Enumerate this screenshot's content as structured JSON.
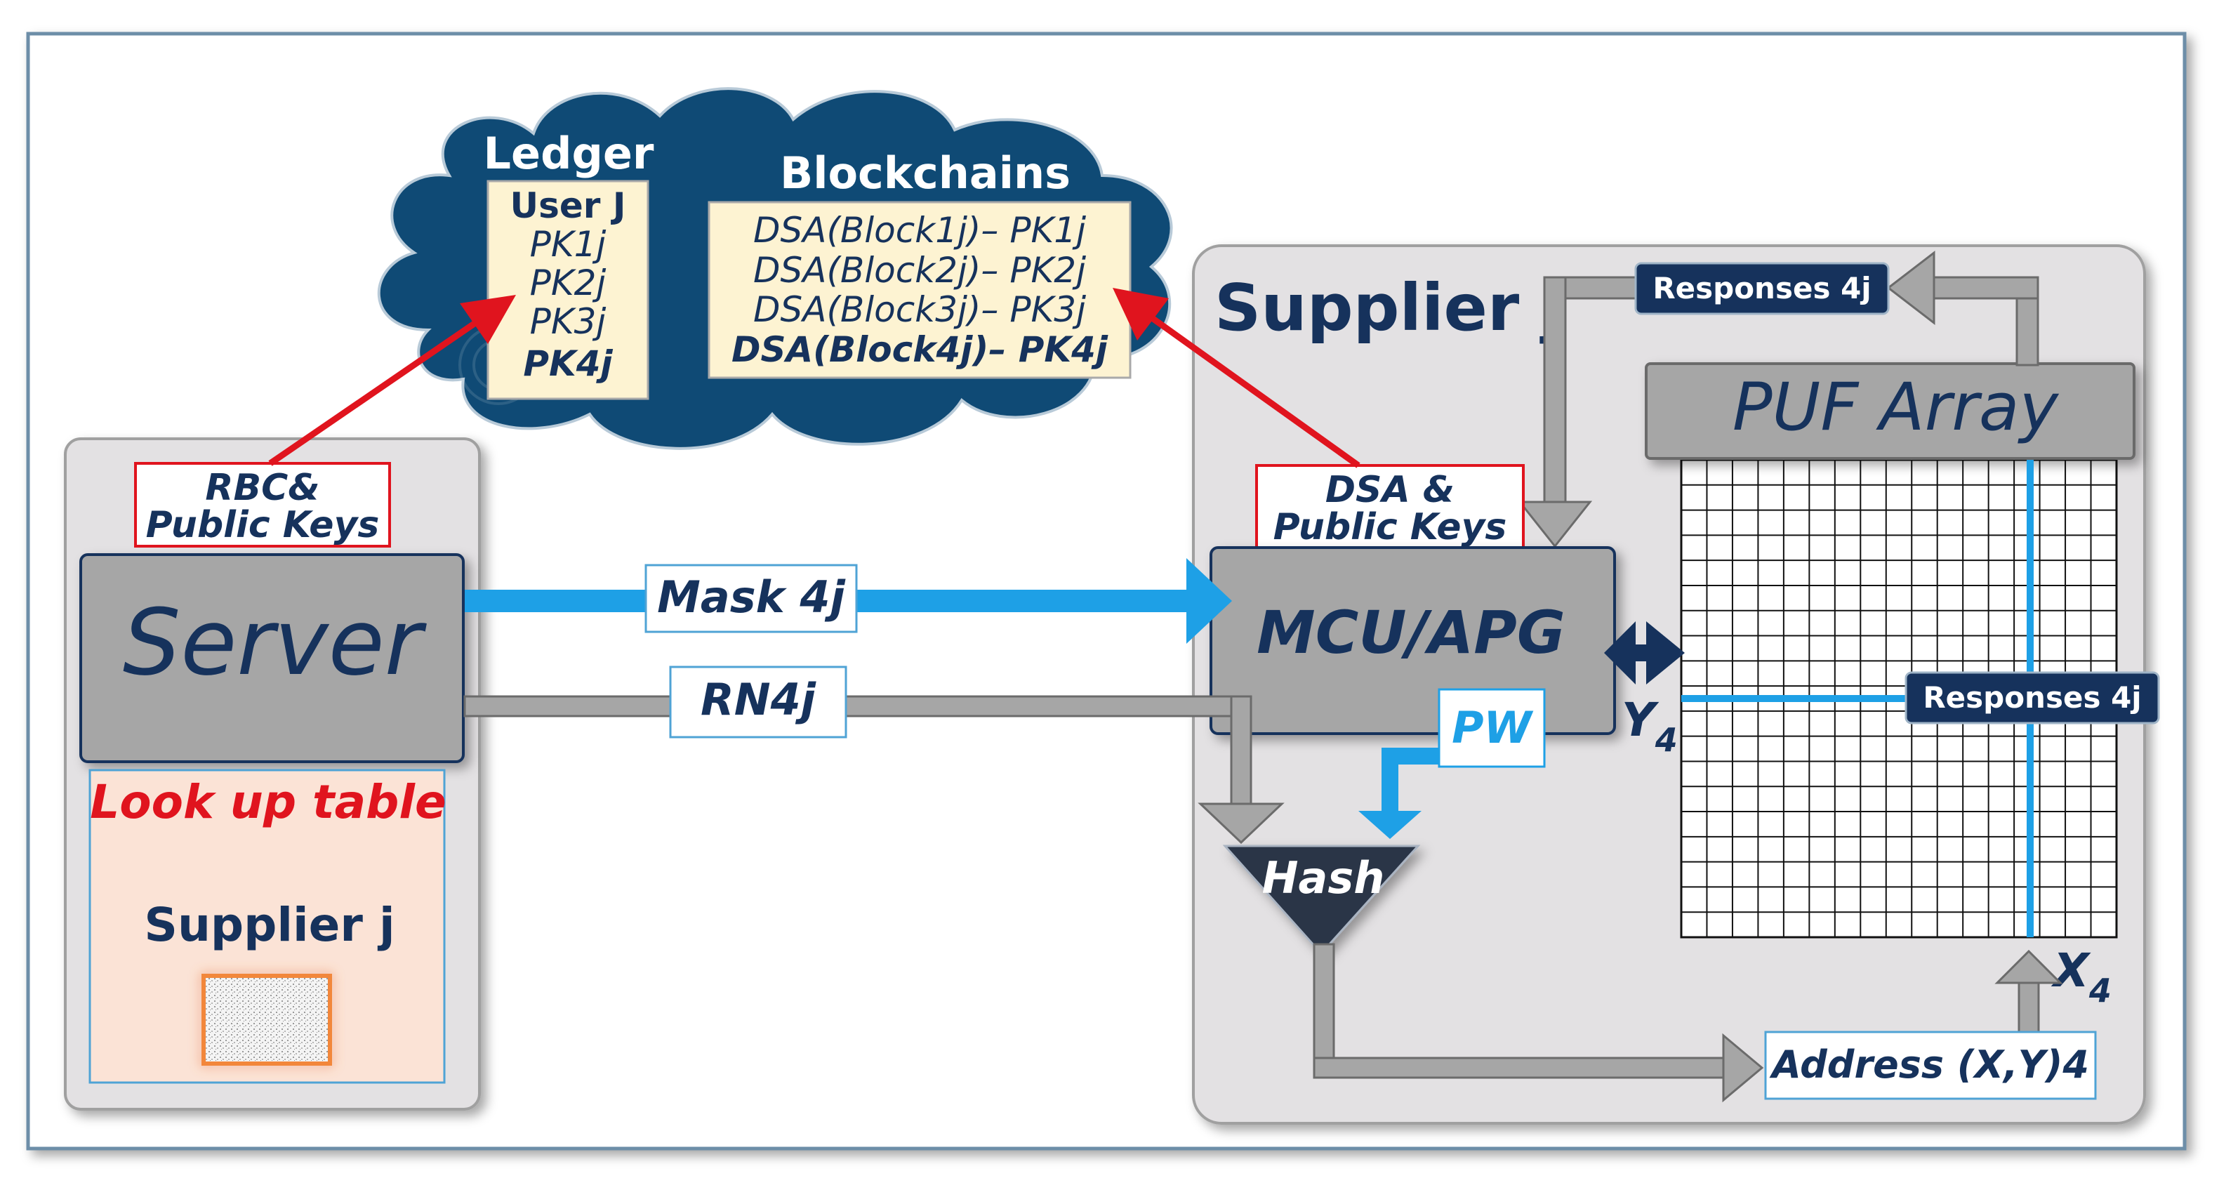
{
  "ledger": {
    "title": "Ledger",
    "user": "User J",
    "keys": [
      "PK1j",
      "PK2j",
      "PK3j",
      "PK4j"
    ]
  },
  "blockchains": {
    "title": "Blockchains",
    "entries": [
      "DSA(Block1j)– PK1j",
      "DSA(Block2j)– PK2j",
      "DSA(Block3j)– PK3j",
      "DSA(Block4j)– PK4j"
    ]
  },
  "server_panel": {
    "rbc_label_line1": "RBC&",
    "rbc_label_line2": "Public Keys",
    "server_label": "Server",
    "lookup_title": "Look up table",
    "lookup_supplier": "Supplier j"
  },
  "links": {
    "mask_label": "Mask 4j",
    "rn_label": "RN4j"
  },
  "supplier_panel": {
    "title": "Supplier j",
    "dsa_label_line1": "DSA &",
    "dsa_label_line2": "Public Keys",
    "mcu_label": "MCU/APG",
    "pw_label": "PW",
    "hash_label": "Hash",
    "puf_label": "PUF Array",
    "responses_top": "Responses 4j",
    "responses_mid": "Responses 4j",
    "y_label": "Y",
    "y_sub": "4",
    "x_label": "X",
    "x_sub": "4",
    "address_label": "Address (X,Y)4"
  },
  "colors": {
    "navy": "#16325c",
    "cloud": "#0f4a75",
    "panel_gray": "#e3e1e3",
    "box_gray": "#a6a6a6",
    "light_blue": "#1ea0e6",
    "red": "#e0141e",
    "note_yellow": "#fdf3d2",
    "lookup_peach": "#fbe3d6"
  }
}
